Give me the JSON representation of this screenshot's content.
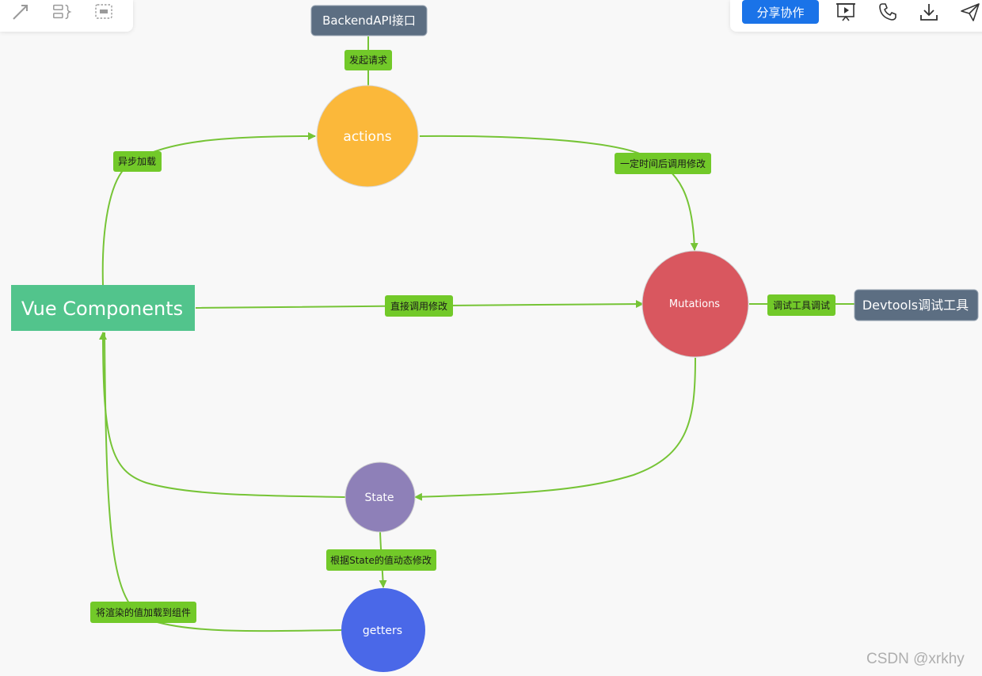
{
  "toolbar_left": {
    "icons": [
      "arrow-icon",
      "bracket-group-icon",
      "frame-icon"
    ]
  },
  "toolbar_right": {
    "share_label": "分享协作",
    "icons": [
      "presentation-icon",
      "phone-icon",
      "download-icon",
      "send-icon"
    ]
  },
  "nodes": {
    "vue_components": "Vue Components",
    "actions": "actions",
    "mutations": "Mutations",
    "state": "State",
    "getters": "getters",
    "backend_api": "BackendAPI接口",
    "devtools": "Devtools调试工具"
  },
  "edge_labels": {
    "fetch_request": "发起请求",
    "async_load": "异步加载",
    "call_modify_later": "一定时间后调用修改",
    "direct_call_modify": "直接调用修改",
    "devtools_debug": "调试工具调试",
    "dynamic_modify": "根据State的值动态修改",
    "render_to_component": "将渲染的值加载到组件"
  },
  "colors": {
    "edge": "#76c436",
    "edge_label_bg": "#72c929",
    "vue_components": "#52c48c",
    "actions": "#fbb83a",
    "mutations": "#d9575f",
    "state": "#8e80b8",
    "getters": "#4a68e8",
    "dark_box": "#5c6e82",
    "share_button": "#1a73e8"
  },
  "watermark": "CSDN @xrkhy"
}
